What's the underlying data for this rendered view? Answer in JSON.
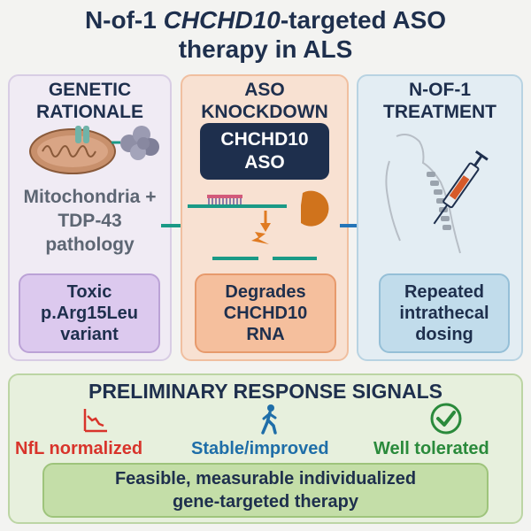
{
  "title": {
    "line1_prefix": "N-of-1 ",
    "line1_gene": "CHCHD10",
    "line1_suffix": "-targeted ASO",
    "line2": "therapy in ALS"
  },
  "panels": [
    {
      "heading_line1": "GENETIC",
      "heading_line2": "RATIONALE",
      "description": [
        "Mitochondria +",
        "TDP-43",
        "pathology"
      ],
      "pill": [
        "Toxic",
        "p.Arg15Leu",
        "variant"
      ]
    },
    {
      "heading_line1": "ASO",
      "heading_line2": "KNOCKDOWN",
      "badge": [
        "CHCHD10",
        "ASO"
      ],
      "pill": [
        "Degrades",
        "CHCHD10",
        "RNA"
      ]
    },
    {
      "heading_line1": "N-OF-1",
      "heading_line2": "TREATMENT",
      "pill": [
        "Repeated",
        "intrathecal",
        "dosing"
      ]
    }
  ],
  "response": {
    "heading": "PRELIMINARY RESPONSE SIGNALS",
    "signals": [
      {
        "label": "NfL normalized",
        "icon": "declining-chart-icon",
        "color": "#d8342b"
      },
      {
        "label": "Stable/improved",
        "icon": "walking-person-icon",
        "color": "#1f6ea8"
      },
      {
        "label": "Well tolerated",
        "icon": "check-circle-icon",
        "color": "#2a8a3b"
      }
    ],
    "conclusion": [
      "Feasible, measurable individualized",
      "gene-targeted therapy"
    ]
  },
  "colors": {
    "navy": "#1e2f4d",
    "teal_arrow": "#1a9a86",
    "blue_arrow": "#2575b8",
    "orange": "#e07b22"
  }
}
